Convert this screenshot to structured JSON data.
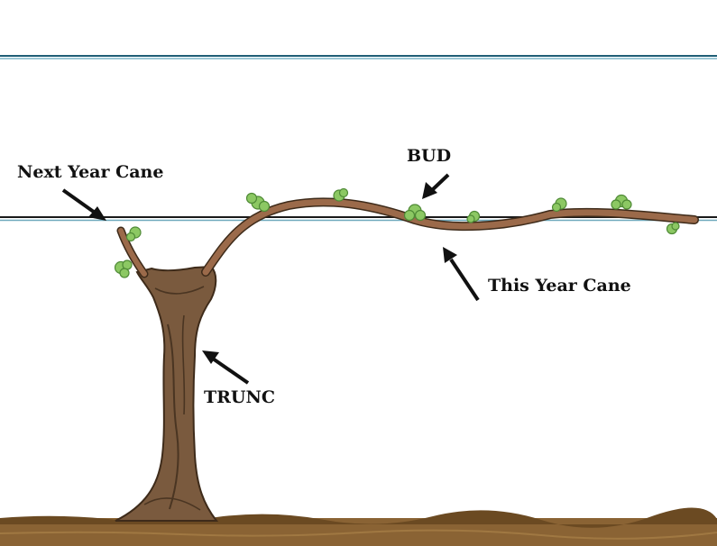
{
  "labels": {
    "next_year_cane": "Next Year Cane",
    "bud": "BUD",
    "this_year_cane": "This Year Cane",
    "trunk": "TRUNC"
  },
  "colors": {
    "wire": "#2b6f8a",
    "trunk": "#7a5a3e",
    "trunk_dark": "#4a3522",
    "cane": "#9b6a4a",
    "leaf": "#8cc863",
    "leaf_dark": "#4f8a36",
    "soil": "#8a6334",
    "soil_dark": "#6b4a22",
    "arrow": "#111111",
    "text": "#111111"
  }
}
